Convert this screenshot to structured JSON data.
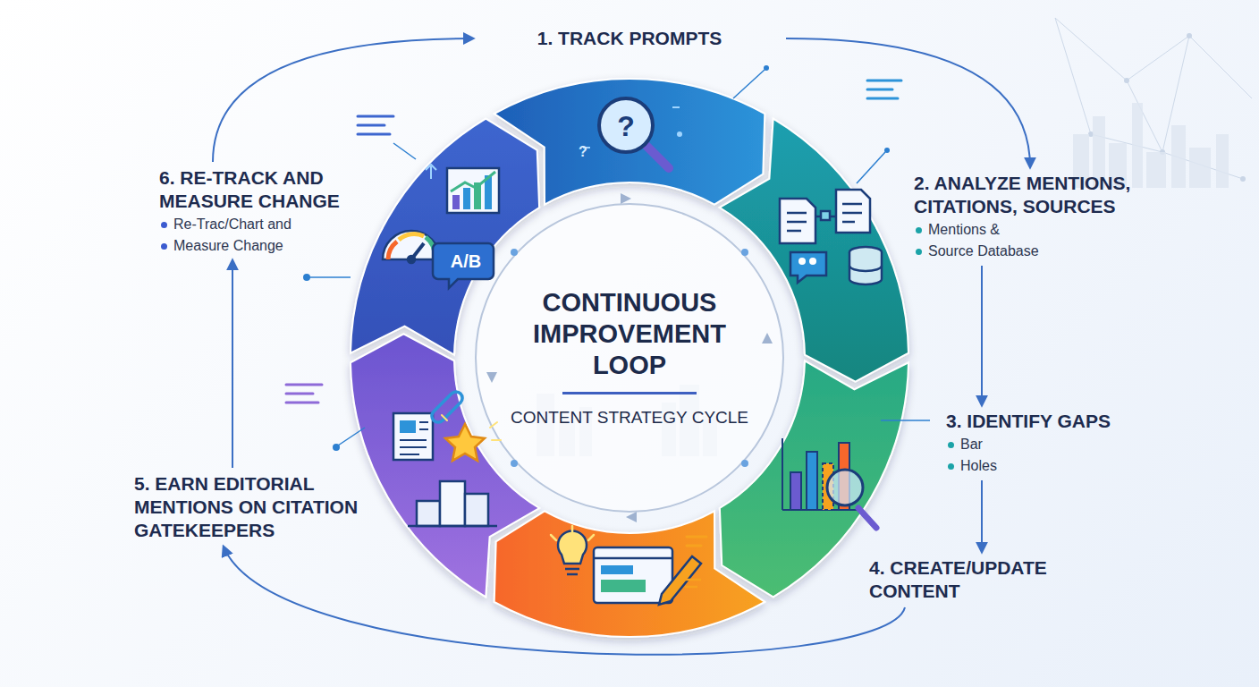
{
  "diagram": {
    "nodes": [
      {
        "text": [
          "1. TRACK PROMPTS"
        ]
      },
      {
        "text": [
          "2. ANALYZE MENTIONS, CITATIONS, SOURCES",
          "Mentions &",
          "Source Database"
        ]
      },
      {
        "text": [
          "3. IDENTIFY GAPS",
          "Bar",
          "Holes"
        ]
      },
      {
        "text": [
          "4. CREATE/UPDATE CONTENT"
        ]
      },
      {
        "text": [
          "5. EARN EDITORIAL MENTIONS ON CITATION GATEKEEPERS"
        ]
      },
      {
        "text": [
          "6. RE-TRACK AND MEASURE CHANGE",
          "Re-Trac/Chart and",
          "Measure Change"
        ]
      },
      {
        "text": [
          "CONTINUOUS IMPROVEMENT LOOP",
          "CONTENT STRATEGY CYCLE"
        ]
      }
    ],
    "edges": [
      {
        "from": 0,
        "to": 1,
        "arrow": "to"
      },
      {
        "from": 1,
        "to": 2,
        "arrow": "to"
      },
      {
        "from": 2,
        "to": 3,
        "arrow": "to"
      },
      {
        "from": 3,
        "to": 4,
        "arrow": "to"
      },
      {
        "from": 4,
        "to": 5,
        "arrow": "to"
      },
      {
        "from": 5,
        "to": 0,
        "arrow": "to"
      }
    ],
    "labels": [
      "?",
      "?",
      "A/B"
    ]
  }
}
